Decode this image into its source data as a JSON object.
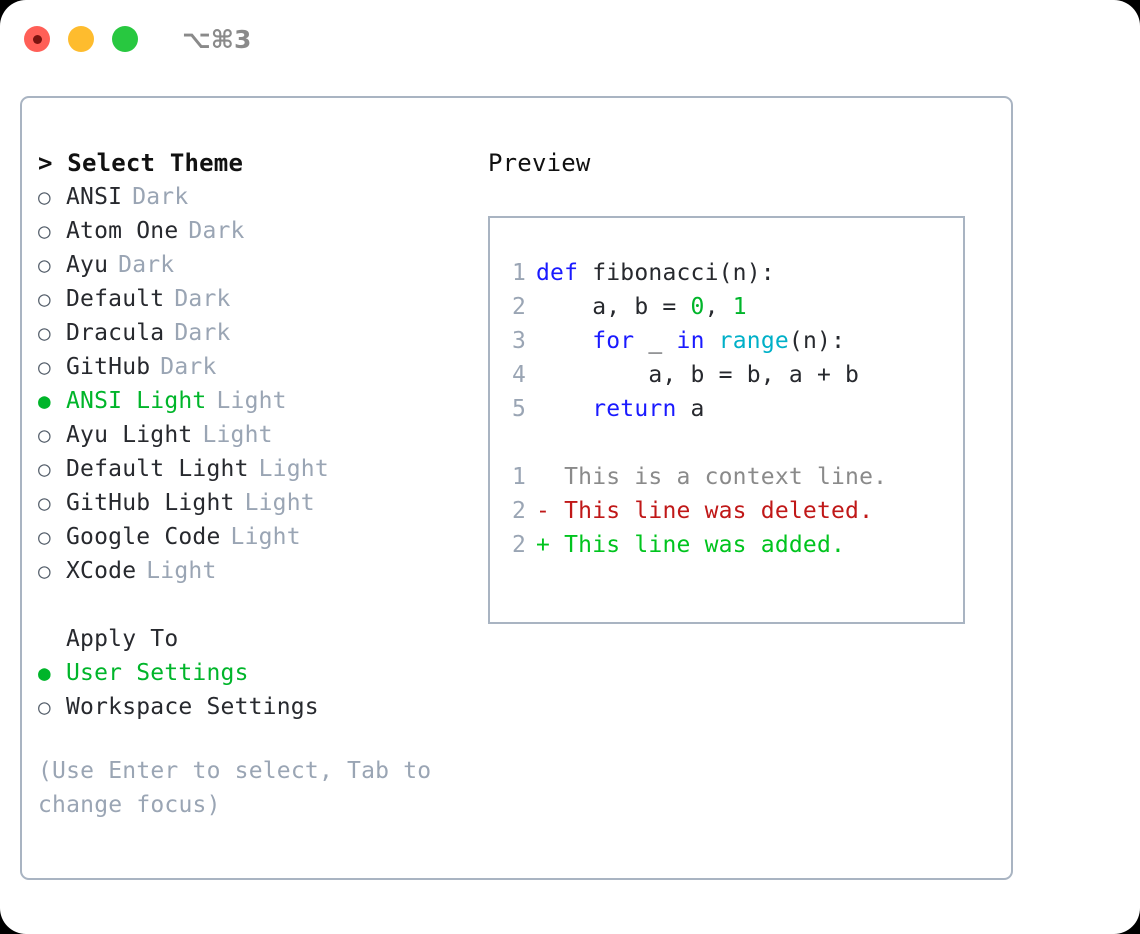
{
  "window": {
    "shortcut": "⌥⌘3",
    "traffic_lights": [
      "close-red",
      "minimize-yellow",
      "zoom-green"
    ]
  },
  "theme_list": {
    "header": "> Select Theme",
    "bullet_unselected": "○",
    "bullet_selected": "●",
    "items": [
      {
        "name": "ANSI",
        "kind": "Dark",
        "selected": false
      },
      {
        "name": "Atom One",
        "kind": "Dark",
        "selected": false
      },
      {
        "name": "Ayu",
        "kind": "Dark",
        "selected": false
      },
      {
        "name": "Default",
        "kind": "Dark",
        "selected": false
      },
      {
        "name": "Dracula",
        "kind": "Dark",
        "selected": false
      },
      {
        "name": "GitHub",
        "kind": "Dark",
        "selected": false
      },
      {
        "name": "ANSI Light",
        "kind": "Light",
        "selected": true
      },
      {
        "name": "Ayu Light",
        "kind": "Light",
        "selected": false
      },
      {
        "name": "Default Light",
        "kind": "Light",
        "selected": false
      },
      {
        "name": "GitHub Light",
        "kind": "Light",
        "selected": false
      },
      {
        "name": "Google Code",
        "kind": "Light",
        "selected": false
      },
      {
        "name": "XCode",
        "kind": "Light",
        "selected": false
      }
    ]
  },
  "apply_to": {
    "header": "Apply To",
    "options": [
      {
        "label": "User Settings",
        "selected": true
      },
      {
        "label": "Workspace Settings",
        "selected": false
      }
    ]
  },
  "help": "(Use Enter to select, Tab to change focus)",
  "preview": {
    "title": "Preview",
    "code": [
      {
        "n": "1",
        "tokens": [
          {
            "t": "def ",
            "c": "kw"
          },
          {
            "t": "fibonacci(n):",
            "c": "plain"
          }
        ]
      },
      {
        "n": "2",
        "tokens": [
          {
            "t": "    a, b = ",
            "c": "plain"
          },
          {
            "t": "0",
            "c": "num"
          },
          {
            "t": ", ",
            "c": "plain"
          },
          {
            "t": "1",
            "c": "num"
          }
        ]
      },
      {
        "n": "3",
        "tokens": [
          {
            "t": "    ",
            "c": "plain"
          },
          {
            "t": "for ",
            "c": "kw"
          },
          {
            "t": "_ ",
            "c": "plain"
          },
          {
            "t": "in ",
            "c": "kw"
          },
          {
            "t": "range",
            "c": "fn"
          },
          {
            "t": "(n):",
            "c": "plain"
          }
        ]
      },
      {
        "n": "4",
        "tokens": [
          {
            "t": "        a, b = b, a + b",
            "c": "plain"
          }
        ]
      },
      {
        "n": "5",
        "tokens": [
          {
            "t": "    ",
            "c": "plain"
          },
          {
            "t": "return ",
            "c": "kw"
          },
          {
            "t": "a",
            "c": "plain"
          }
        ]
      }
    ],
    "diff": [
      {
        "n": "1",
        "marker": " ",
        "text": " This is a context line.",
        "kind": "ctx"
      },
      {
        "n": "2",
        "marker": "-",
        "text": " This line was deleted.",
        "kind": "del"
      },
      {
        "n": "2",
        "marker": "+",
        "text": " This line was added.",
        "kind": "add"
      }
    ]
  },
  "colors": {
    "accent_green": "#00b52a",
    "diff_added": "#00c41e",
    "diff_deleted": "#c01818",
    "diff_context": "#8a8a8a",
    "muted": "#9aa5b4",
    "border": "#a9b4c2",
    "keyword": "#1a1aff",
    "function": "#00b0c8",
    "number": "#00b52a"
  }
}
